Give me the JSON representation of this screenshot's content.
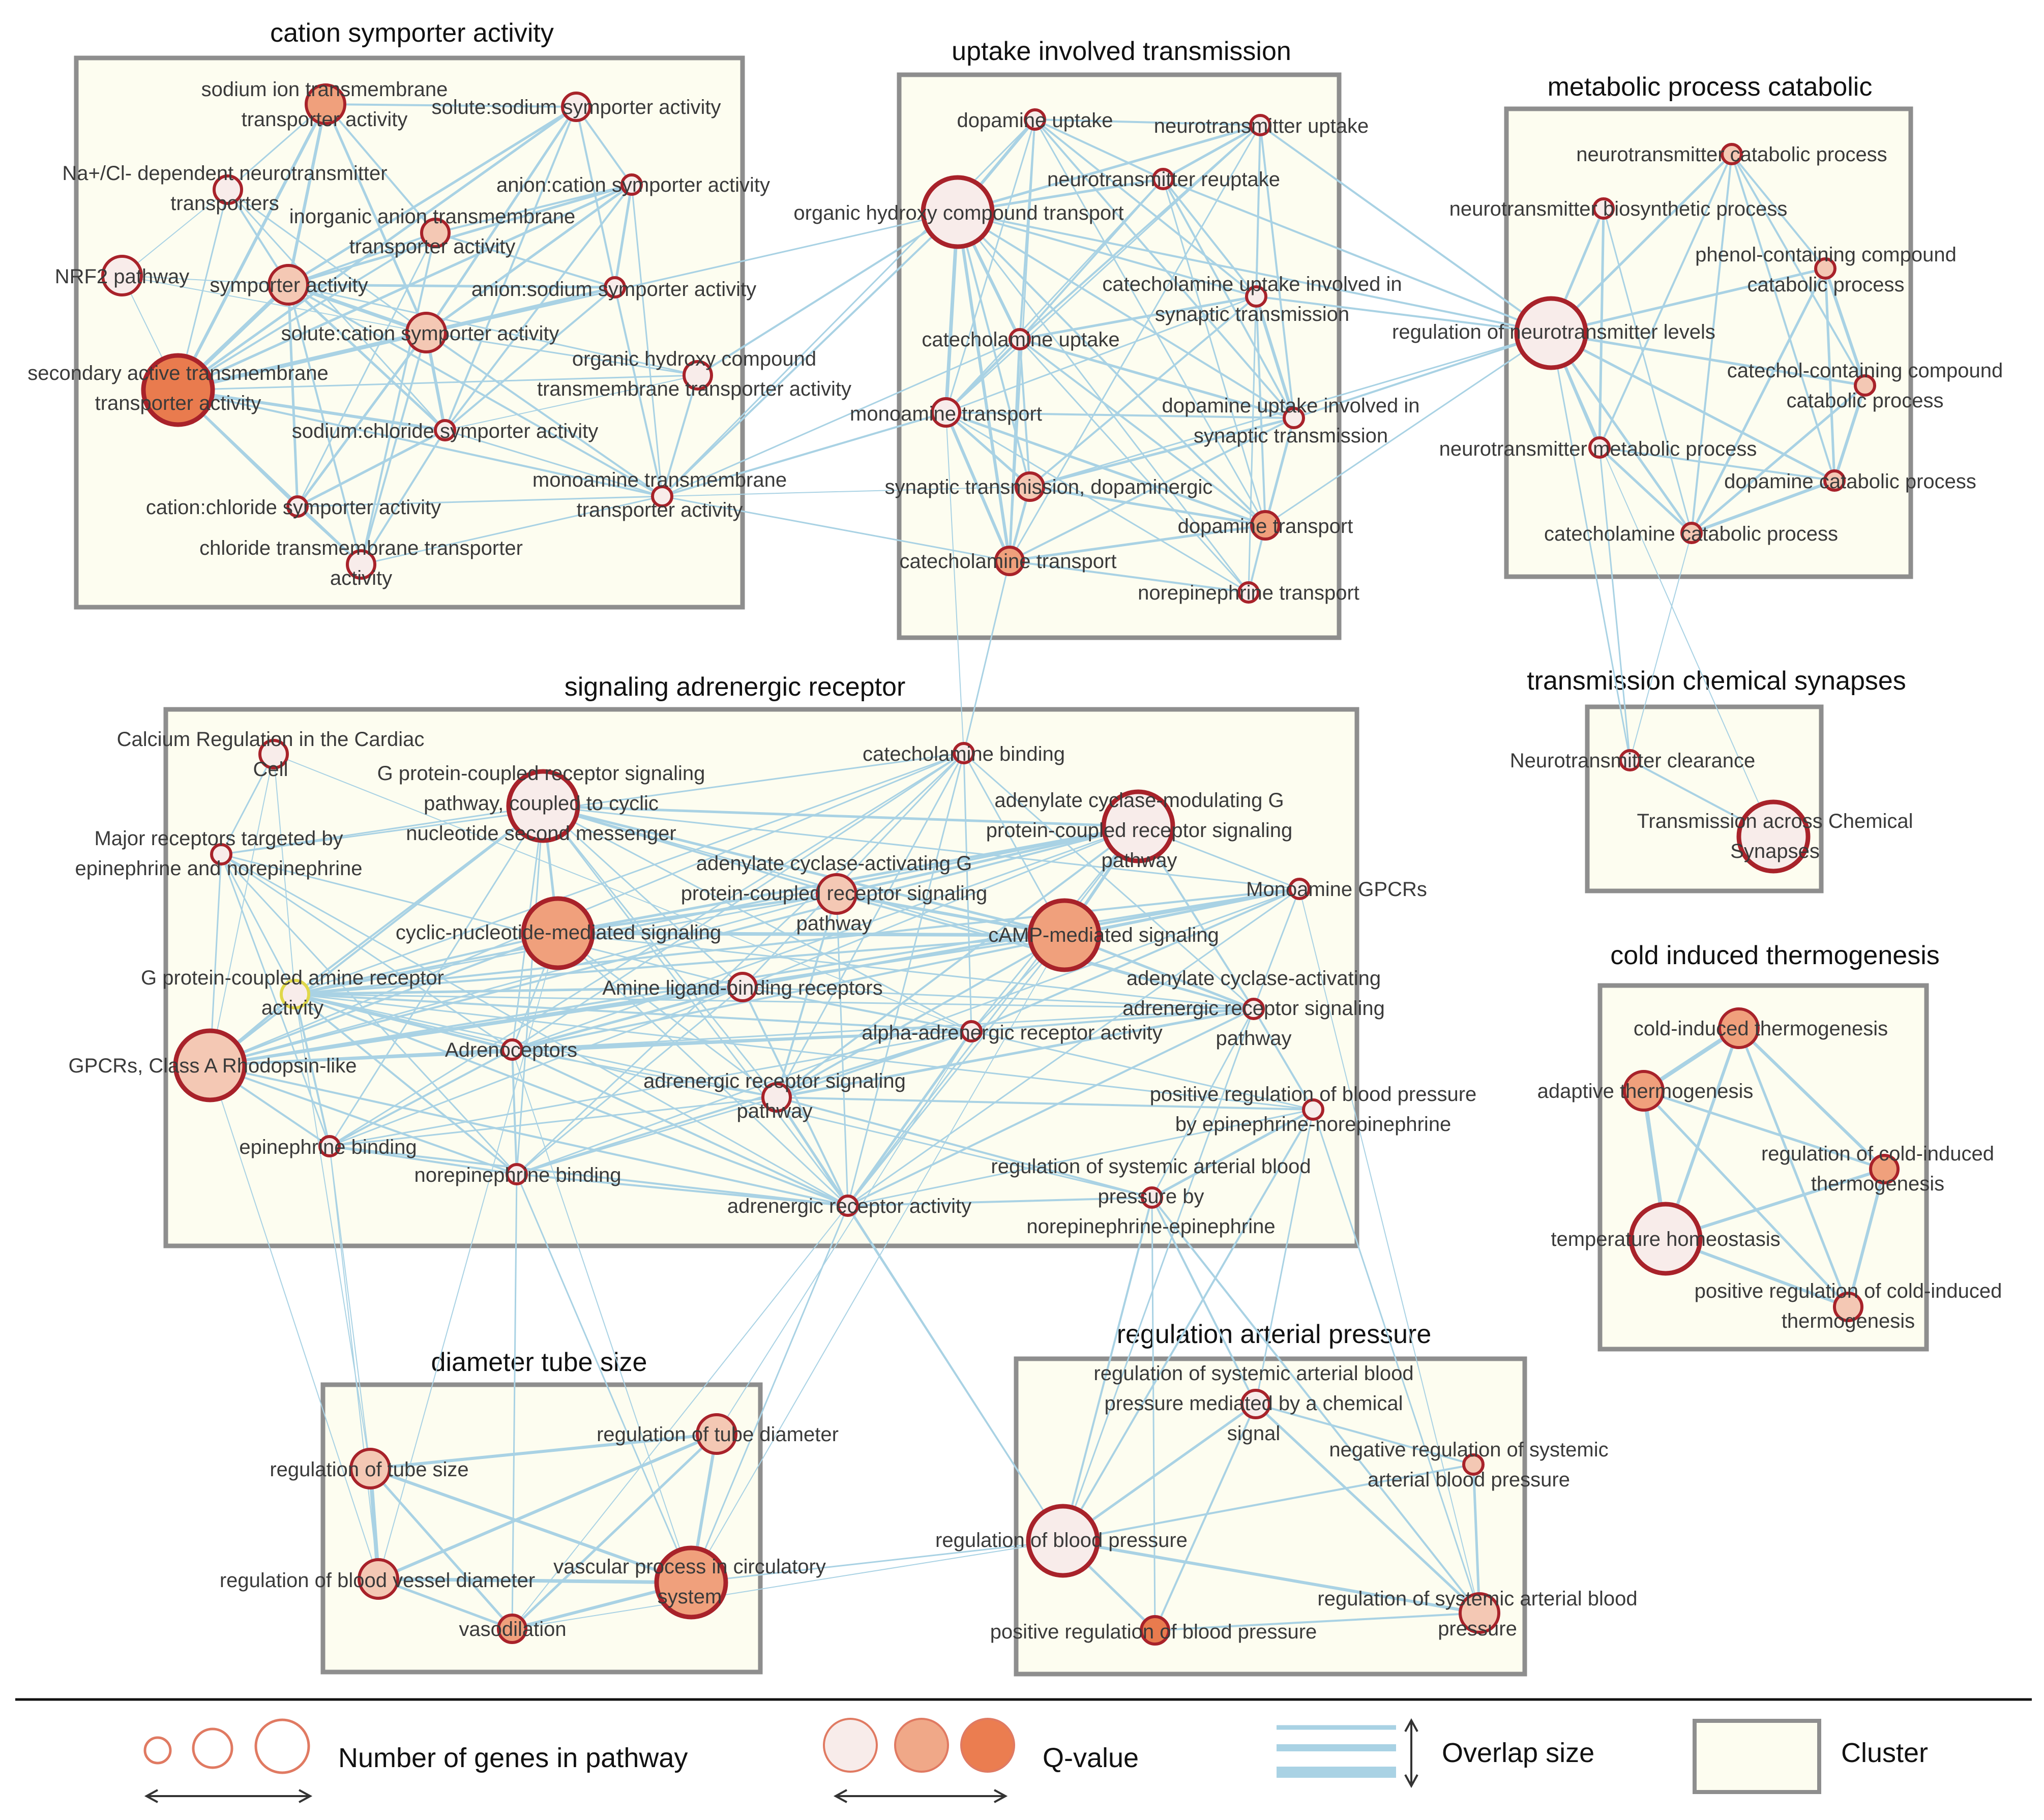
{
  "clusters": [
    {
      "id": "cation",
      "title": "cation symporter activity"
    },
    {
      "id": "uptake",
      "title": "uptake involved transmission"
    },
    {
      "id": "metabolic",
      "title": "metabolic process catabolic"
    },
    {
      "id": "signaling",
      "title": "signaling adrenergic receptor"
    },
    {
      "id": "synapse",
      "title": "transmission chemical synapses"
    },
    {
      "id": "cold",
      "title": "cold induced thermogenesis"
    },
    {
      "id": "diameter",
      "title": "diameter tube size"
    },
    {
      "id": "arterial",
      "title": "regulation arterial pressure"
    }
  ],
  "nodes": [
    {
      "id": "n1",
      "label": [
        "sodium ion transmembrane",
        "transporter activity"
      ],
      "size": 2,
      "q": 2
    },
    {
      "id": "n2",
      "label": [
        "solute:sodium symporter activity"
      ],
      "size": 1,
      "q": 0
    },
    {
      "id": "n3",
      "label": [
        "Na+/Cl- dependent neurotransmitter",
        "transporters"
      ],
      "size": 1,
      "q": 0
    },
    {
      "id": "n4",
      "label": [
        "anion:cation symporter activity"
      ],
      "size": 0,
      "q": 0
    },
    {
      "id": "n5",
      "label": [
        "inorganic anion transmembrane",
        "transporter activity"
      ],
      "size": 1,
      "q": 1
    },
    {
      "id": "n6",
      "label": [
        "NRF2 pathway"
      ],
      "size": 2,
      "q": 0
    },
    {
      "id": "n7",
      "label": [
        "symporter activity"
      ],
      "size": 2,
      "q": 1
    },
    {
      "id": "n8",
      "label": [
        "anion:sodium symporter activity"
      ],
      "size": 0,
      "q": 0
    },
    {
      "id": "n9",
      "label": [
        "solute:cation symporter activity"
      ],
      "size": 2,
      "q": 1
    },
    {
      "id": "n10",
      "label": [
        "organic hydroxy compound",
        "transmembrane transporter activity"
      ],
      "size": 1,
      "q": 0
    },
    {
      "id": "n11",
      "label": [
        "secondary active transmembrane",
        "transporter activity"
      ],
      "size": 3,
      "q": 3
    },
    {
      "id": "n12",
      "label": [
        "sodium:chloride symporter activity"
      ],
      "size": 0,
      "q": 0
    },
    {
      "id": "n13",
      "label": [
        "monoamine transmembrane",
        "transporter activity"
      ],
      "size": 0,
      "q": 0
    },
    {
      "id": "n14",
      "label": [
        "cation:chloride symporter activity"
      ],
      "size": 0,
      "q": 0
    },
    {
      "id": "n15",
      "label": [
        "chloride transmembrane transporter",
        "activity"
      ],
      "size": 1,
      "q": 0
    },
    {
      "id": "n16",
      "label": [
        "dopamine uptake"
      ],
      "size": 0,
      "q": 0
    },
    {
      "id": "n17",
      "label": [
        "neurotransmitter uptake"
      ],
      "size": 0,
      "q": 0
    },
    {
      "id": "n18",
      "label": [
        "neurotransmitter reuptake"
      ],
      "size": 0,
      "q": 0
    },
    {
      "id": "n19",
      "label": [
        "organic hydroxy compound transport"
      ],
      "size": 3,
      "q": 0
    },
    {
      "id": "n20",
      "label": [
        "catecholamine uptake involved in",
        "synaptic transmission"
      ],
      "size": 0,
      "q": 0
    },
    {
      "id": "n21",
      "label": [
        "catecholamine uptake"
      ],
      "size": 0,
      "q": 0
    },
    {
      "id": "n22",
      "label": [
        "monoamine transport"
      ],
      "size": 1,
      "q": 0
    },
    {
      "id": "n23",
      "label": [
        "dopamine uptake involved in",
        "synaptic transmission"
      ],
      "size": 0,
      "q": 0
    },
    {
      "id": "n24",
      "label": [
        "synaptic transmission, dopaminergic"
      ],
      "size": 1,
      "q": 1
    },
    {
      "id": "n25",
      "label": [
        "dopamine transport"
      ],
      "size": 1,
      "q": 2
    },
    {
      "id": "n26",
      "label": [
        "catecholamine transport"
      ],
      "size": 1,
      "q": 2
    },
    {
      "id": "n27",
      "label": [
        "norepinephrine transport"
      ],
      "size": 0,
      "q": 0
    },
    {
      "id": "n28",
      "label": [
        "neurotransmitter catabolic process"
      ],
      "size": 0,
      "q": 1
    },
    {
      "id": "n29",
      "label": [
        "neurotransmitter biosynthetic process"
      ],
      "size": 0,
      "q": 0
    },
    {
      "id": "n30",
      "label": [
        "phenol-containing compound",
        "catabolic process"
      ],
      "size": 0,
      "q": 1
    },
    {
      "id": "n31",
      "label": [
        "regulation of neurotransmitter levels"
      ],
      "size": 3,
      "q": 0
    },
    {
      "id": "n32",
      "label": [
        "catechol-containing compound",
        "catabolic process"
      ],
      "size": 0,
      "q": 1
    },
    {
      "id": "n33",
      "label": [
        "neurotransmitter metabolic process"
      ],
      "size": 0,
      "q": 0
    },
    {
      "id": "n34",
      "label": [
        "dopamine catabolic process"
      ],
      "size": 0,
      "q": 1
    },
    {
      "id": "n35",
      "label": [
        "catecholamine catabolic process"
      ],
      "size": 0,
      "q": 1
    },
    {
      "id": "n36",
      "label": [
        "Calcium Regulation in the Cardiac",
        "Cell"
      ],
      "size": 1,
      "q": 0
    },
    {
      "id": "n37",
      "label": [
        "G protein-coupled receptor signaling",
        "pathway, coupled to cyclic",
        "nucleotide second messenger"
      ],
      "size": 3,
      "q": 0
    },
    {
      "id": "n38",
      "label": [
        "catecholamine binding"
      ],
      "size": 0,
      "q": 0
    },
    {
      "id": "n39",
      "label": [
        "adenylate cyclase-modulating G",
        "protein-coupled receptor signaling",
        "pathway"
      ],
      "size": 3,
      "q": 0
    },
    {
      "id": "n40",
      "label": [
        "Major receptors targeted by",
        "epinephrine and norepinephrine"
      ],
      "size": 0,
      "q": 0
    },
    {
      "id": "n41",
      "label": [
        "adenylate cyclase-activating G",
        "protein-coupled receptor signaling",
        "pathway"
      ],
      "size": 2,
      "q": 1
    },
    {
      "id": "n42",
      "label": [
        "Monoamine GPCRs"
      ],
      "size": 0,
      "q": 0
    },
    {
      "id": "n43",
      "label": [
        "cyclic-nucleotide-mediated signaling"
      ],
      "size": 3,
      "q": 2
    },
    {
      "id": "n44",
      "label": [
        "cAMP-mediated signaling"
      ],
      "size": 3,
      "q": 2
    },
    {
      "id": "n45",
      "label": [
        "G protein-coupled amine receptor",
        "activity"
      ],
      "size": 1,
      "q": 0,
      "ring": "#e0d84a"
    },
    {
      "id": "n46",
      "label": [
        "Amine ligand-binding receptors"
      ],
      "size": 1,
      "q": 0
    },
    {
      "id": "n47",
      "label": [
        "adenylate cyclase-activating",
        "adrenergic receptor signaling",
        "pathway"
      ],
      "size": 0,
      "q": 0
    },
    {
      "id": "n48",
      "label": [
        "GPCRs, Class A Rhodopsin-like"
      ],
      "size": 3,
      "q": 1
    },
    {
      "id": "n49",
      "label": [
        "Adrenoceptors"
      ],
      "size": 0,
      "q": 0
    },
    {
      "id": "n50",
      "label": [
        "alpha-adrenergic receptor activity"
      ],
      "size": 0,
      "q": 0
    },
    {
      "id": "n51",
      "label": [
        "adrenergic receptor signaling",
        "pathway"
      ],
      "size": 1,
      "q": 0
    },
    {
      "id": "n52",
      "label": [
        "positive regulation of blood pressure",
        "by epinephrine-norepinephrine"
      ],
      "size": 0,
      "q": 0
    },
    {
      "id": "n53",
      "label": [
        "epinephrine binding"
      ],
      "size": 0,
      "q": 0
    },
    {
      "id": "n54",
      "label": [
        "norepinephrine binding"
      ],
      "size": 0,
      "q": 0
    },
    {
      "id": "n55",
      "label": [
        "regulation of systemic arterial blood",
        "pressure by",
        "norepinephrine-epinephrine"
      ],
      "size": 0,
      "q": 0
    },
    {
      "id": "n56",
      "label": [
        "adrenergic receptor activity"
      ],
      "size": 0,
      "q": 0
    },
    {
      "id": "n57",
      "label": [
        "Neurotransmitter clearance"
      ],
      "size": 0,
      "q": 0
    },
    {
      "id": "n58",
      "label": [
        "Transmission across Chemical",
        "Synapses"
      ],
      "size": 3,
      "q": 0
    },
    {
      "id": "n59",
      "label": [
        "cold-induced thermogenesis"
      ],
      "size": 2,
      "q": 2
    },
    {
      "id": "n60",
      "label": [
        "adaptive thermogenesis"
      ],
      "size": 2,
      "q": 2
    },
    {
      "id": "n61",
      "label": [
        "regulation of cold-induced",
        "thermogenesis"
      ],
      "size": 1,
      "q": 2
    },
    {
      "id": "n62",
      "label": [
        "temperature homeostasis"
      ],
      "size": 3,
      "q": 0
    },
    {
      "id": "n63",
      "label": [
        "positive regulation of cold-induced",
        "thermogenesis"
      ],
      "size": 1,
      "q": 1
    },
    {
      "id": "n64",
      "label": [
        "regulation of tube diameter"
      ],
      "size": 2,
      "q": 1
    },
    {
      "id": "n65",
      "label": [
        "regulation of tube size"
      ],
      "size": 2,
      "q": 1
    },
    {
      "id": "n66",
      "label": [
        "vascular process in circulatory",
        "system"
      ],
      "size": 3,
      "q": 2
    },
    {
      "id": "n67",
      "label": [
        "regulation of blood vessel diameter"
      ],
      "size": 2,
      "q": 1
    },
    {
      "id": "n68",
      "label": [
        "vasodilation"
      ],
      "size": 1,
      "q": 2
    },
    {
      "id": "n69",
      "label": [
        "regulation of systemic arterial blood",
        "pressure mediated by a chemical",
        "signal"
      ],
      "size": 1,
      "q": 0
    },
    {
      "id": "n70",
      "label": [
        "negative regulation of systemic",
        "arterial blood pressure"
      ],
      "size": 0,
      "q": 1
    },
    {
      "id": "n71",
      "label": [
        "regulation of blood pressure"
      ],
      "size": 3,
      "q": 0
    },
    {
      "id": "n72",
      "label": [
        "regulation of systemic arterial blood",
        "pressure"
      ],
      "size": 2,
      "q": 1
    },
    {
      "id": "n73",
      "label": [
        "positive regulation of blood pressure"
      ],
      "size": 1,
      "q": 3
    }
  ],
  "legend": {
    "size_label": "Number of genes in pathway",
    "q_label": "Q-value",
    "overlap_label": "Overlap size",
    "cluster_label": "Cluster"
  },
  "colors": {
    "edge": "#a9d2e4",
    "node_ring": "#a8222a",
    "q_scale": [
      "#f8ecea",
      "#f4c8b4",
      "#f0a07c",
      "#e97b4e"
    ],
    "cluster_fill": "#fdfdf0",
    "cluster_border": "#8e8e8e"
  }
}
